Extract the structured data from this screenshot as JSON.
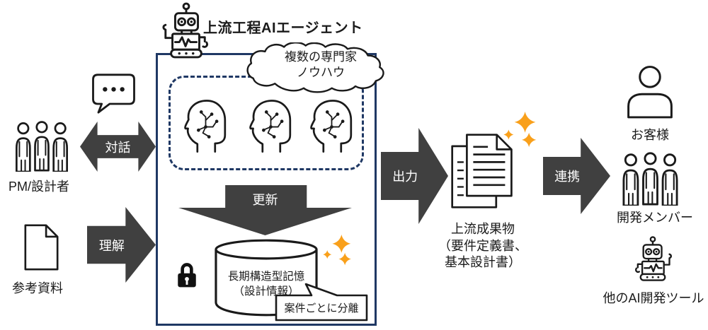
{
  "diagram": {
    "title": "上流工程AIエージェント",
    "agent_box": {
      "cloud": {
        "line1": "複数の専門家",
        "line2": "ノウハウ"
      },
      "update_arrow_label": "更新",
      "memory": {
        "line1": "長期構造型記憶",
        "line2": "（設計情報）"
      },
      "callout_label": "案件ごとに分離"
    },
    "inputs": {
      "pm_label": "PM/設計者",
      "dialogue_arrow_label": "対話",
      "reference_label": "参考資料",
      "understand_arrow_label": "理解"
    },
    "outputs": {
      "output_arrow_label": "出力",
      "deliverables": {
        "line1": "上流成果物",
        "line2": "（要件定義書、",
        "line3": "基本設計書）"
      },
      "link_arrow_label": "連携",
      "customer_label": "お客様",
      "dev_members_label": "開発メンバー",
      "other_ai_tools_label": "他のAI開発ツール"
    },
    "colors": {
      "box_border": "#1f3864",
      "arrow_gray": "#404040",
      "sparkle_orange": "#f9a01b",
      "outline_black": "#1a1a1a"
    }
  }
}
